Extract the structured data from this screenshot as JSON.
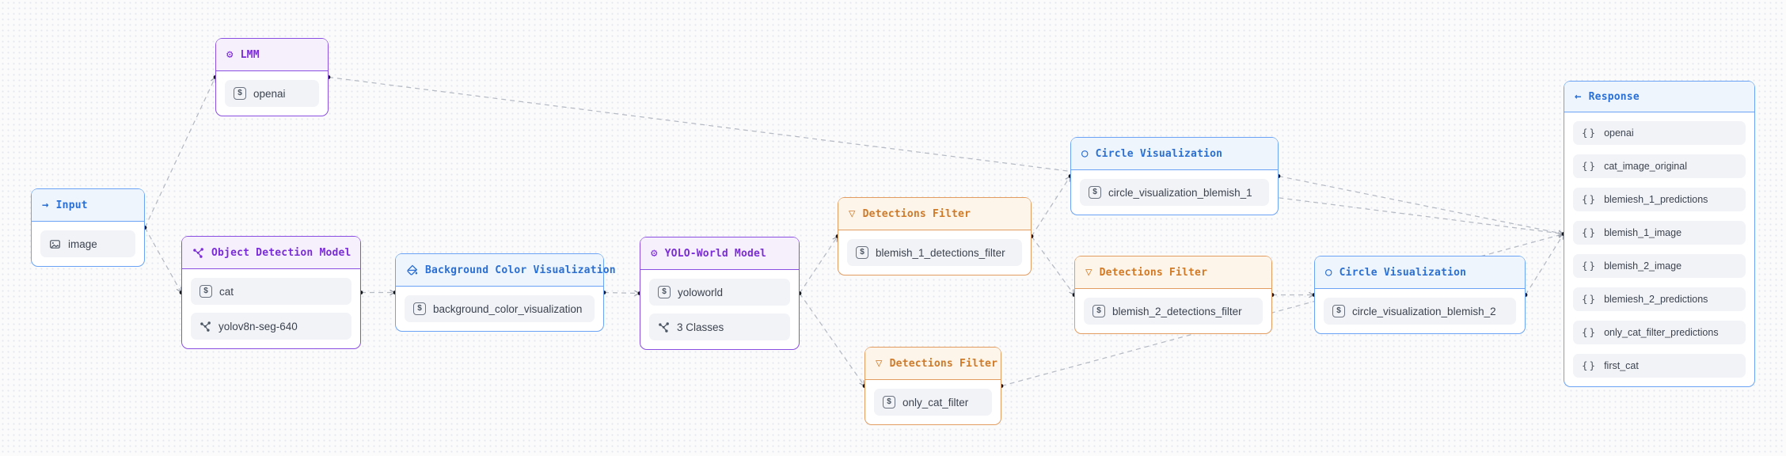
{
  "canvas": {
    "title": "workflow-graph"
  },
  "palette": {
    "blue_border": "#6aa3f5",
    "blue_text": "#2a6fd3",
    "blue_header_bg": "#eef5fd",
    "purple_border": "#8a4fe0",
    "purple_text": "#7a2cd6",
    "purple_header_bg": "#f6f0fd",
    "orange_border": "#e29c60",
    "orange_text": "#d07a28",
    "orange_header_bg": "#fdf5e9",
    "pill_bg": "#f2f3f6",
    "pill_text": "#3c4350",
    "edge_color": "#b5bac3",
    "port_dot_color": "#15181d"
  },
  "nodes": [
    {
      "id": "input",
      "color": "blue",
      "icon": "arrow-right-icon",
      "title": "Input",
      "items": [
        {
          "icon": "image-icon",
          "label": "image"
        }
      ]
    },
    {
      "id": "lmm",
      "color": "purple",
      "icon": "gear-icon",
      "title": "LMM",
      "items": [
        {
          "icon": "string-icon",
          "label": "openai"
        }
      ]
    },
    {
      "id": "object_detection_model",
      "color": "purple",
      "icon": "model-icon",
      "title": "Object Detection Model",
      "items": [
        {
          "icon": "string-icon",
          "label": "cat"
        },
        {
          "icon": "model-icon",
          "label": "yolov8n-seg-640"
        }
      ]
    },
    {
      "id": "background_color_visualization",
      "color": "blue",
      "icon": "paint-bucket-icon",
      "title": "Background Color Visualization",
      "items": [
        {
          "icon": "string-icon",
          "label": "background_color_visualization"
        }
      ]
    },
    {
      "id": "yolo_world_model",
      "color": "purple",
      "icon": "gear-icon",
      "title": "YOLO-World Model",
      "items": [
        {
          "icon": "string-icon",
          "label": "yoloworld"
        },
        {
          "icon": "model-icon",
          "label": "3 Classes"
        }
      ]
    },
    {
      "id": "detections_filter_1",
      "color": "orange",
      "icon": "funnel-icon",
      "title": "Detections Filter",
      "items": [
        {
          "icon": "string-icon",
          "label": "blemish_1_detections_filter"
        }
      ]
    },
    {
      "id": "circle_visualization_1",
      "color": "blue",
      "icon": "circle-icon",
      "title": "Circle Visualization",
      "items": [
        {
          "icon": "string-icon",
          "label": "circle_visualization_blemish_1"
        }
      ]
    },
    {
      "id": "detections_filter_2",
      "color": "orange",
      "icon": "funnel-icon",
      "title": "Detections Filter",
      "items": [
        {
          "icon": "string-icon",
          "label": "blemish_2_detections_filter"
        }
      ]
    },
    {
      "id": "circle_visualization_2",
      "color": "blue",
      "icon": "circle-icon",
      "title": "Circle Visualization",
      "items": [
        {
          "icon": "string-icon",
          "label": "circle_visualization_blemish_2"
        }
      ]
    },
    {
      "id": "detections_filter_3",
      "color": "orange",
      "icon": "funnel-icon",
      "title": "Detections Filter",
      "items": [
        {
          "icon": "string-icon",
          "label": "only_cat_filter"
        }
      ]
    },
    {
      "id": "response",
      "color": "blue",
      "icon": "arrow-left-icon",
      "title": "Response",
      "items": [
        {
          "icon": "braces-icon",
          "label": "openai"
        },
        {
          "icon": "braces-icon",
          "label": "cat_image_original"
        },
        {
          "icon": "braces-icon",
          "label": "blemiesh_1_predictions"
        },
        {
          "icon": "braces-icon",
          "label": "blemish_1_image"
        },
        {
          "icon": "braces-icon",
          "label": "blemish_2_image"
        },
        {
          "icon": "braces-icon",
          "label": "blemiesh_2_predictions"
        },
        {
          "icon": "braces-icon",
          "label": "only_cat_filter_predictions"
        },
        {
          "icon": "braces-icon",
          "label": "first_cat"
        }
      ]
    }
  ],
  "edges": [
    {
      "from": "input",
      "to": "lmm"
    },
    {
      "from": "input",
      "to": "object_detection_model"
    },
    {
      "from": "lmm",
      "to": "response"
    },
    {
      "from": "object_detection_model",
      "to": "background_color_visualization"
    },
    {
      "from": "background_color_visualization",
      "to": "yolo_world_model"
    },
    {
      "from": "yolo_world_model",
      "to": "detections_filter_1"
    },
    {
      "from": "yolo_world_model",
      "to": "detections_filter_3"
    },
    {
      "from": "detections_filter_1",
      "to": "circle_visualization_1"
    },
    {
      "from": "detections_filter_1",
      "to": "detections_filter_2"
    },
    {
      "from": "detections_filter_2",
      "to": "circle_visualization_2"
    },
    {
      "from": "detections_filter_3",
      "to": "response"
    },
    {
      "from": "circle_visualization_1",
      "to": "response"
    },
    {
      "from": "circle_visualization_2",
      "to": "response"
    }
  ]
}
